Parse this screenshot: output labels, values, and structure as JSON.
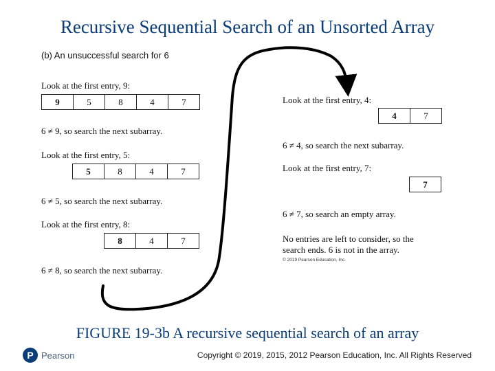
{
  "title": "Recursive Sequential Search of an Unsorted Array",
  "subtitle": "(b) An unsuccessful search for 6",
  "left_steps": [
    {
      "label": "Look at the first entry, 9:",
      "cells": [
        "9",
        "5",
        "8",
        "4",
        "7"
      ],
      "result": "6 ≠ 9, so search the next subarray."
    },
    {
      "label": "Look at the first entry, 5:",
      "cells": [
        "5",
        "8",
        "4",
        "7"
      ],
      "result": "6 ≠ 5, so search the next subarray."
    },
    {
      "label": "Look at the first entry, 8:",
      "cells": [
        "8",
        "4",
        "7"
      ],
      "result": "6 ≠ 8, so search the next subarray."
    }
  ],
  "right_steps": [
    {
      "label": "Look at the first entry, 4:",
      "cells": [
        "4",
        "7"
      ],
      "result": "6 ≠ 4, so search the next subarray."
    },
    {
      "label": "Look at the first entry, 7:",
      "cells": [
        "7"
      ],
      "result": "6 ≠ 7, so search an empty array."
    }
  ],
  "conclusion_line1": "No entries are left to consider, so the",
  "conclusion_line2": "search ends. 6 is not in the array.",
  "pearson_small": "© 2019 Pearson Education, Inc.",
  "caption": "FIGURE 19-3b A recursive sequential search of an array",
  "logo": {
    "glyph": "P",
    "text": "Pearson"
  },
  "footer": "Copyright © 2019, 2015, 2012 Pearson Education, Inc. All Rights Reserved",
  "colors": {
    "title": "#0b3d78",
    "caption": "#0b3d78"
  }
}
